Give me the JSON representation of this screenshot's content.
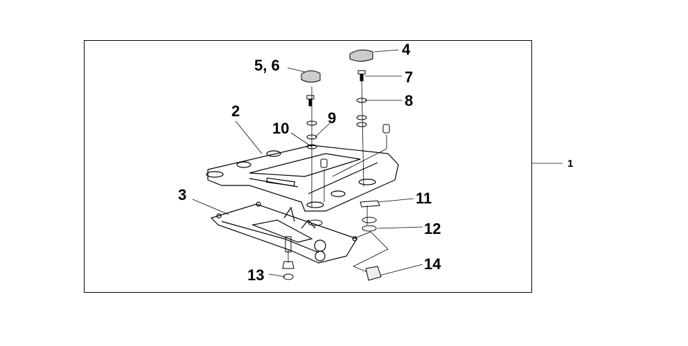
{
  "diagram": {
    "assembly_label": "1",
    "callouts": [
      "2",
      "3",
      "4",
      "5, 6",
      "7",
      "8",
      "9",
      "10",
      "11",
      "12",
      "13",
      "14"
    ]
  }
}
